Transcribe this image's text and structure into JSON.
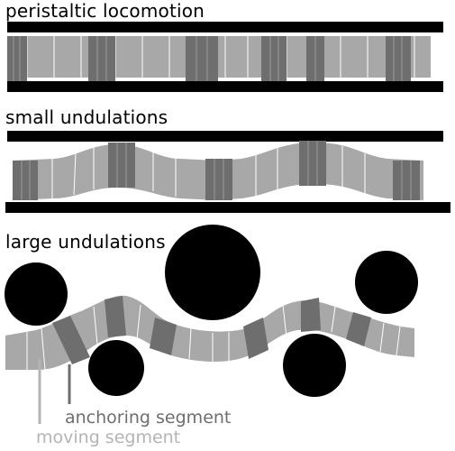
{
  "panels": [
    {
      "title": "peristaltic locomotion"
    },
    {
      "title": "small undulations"
    },
    {
      "title": "large undulations"
    }
  ],
  "legend": {
    "anchoring_label": "anchoring segment",
    "moving_label": "moving segment"
  },
  "colors": {
    "wall": "#000000",
    "obstacle": "#000000",
    "moving_segment": "#a8a8a8",
    "anchoring_segment": "#6e6e6e",
    "moving_label": "#b4b4b4",
    "anchoring_label": "#6e6e6e"
  }
}
